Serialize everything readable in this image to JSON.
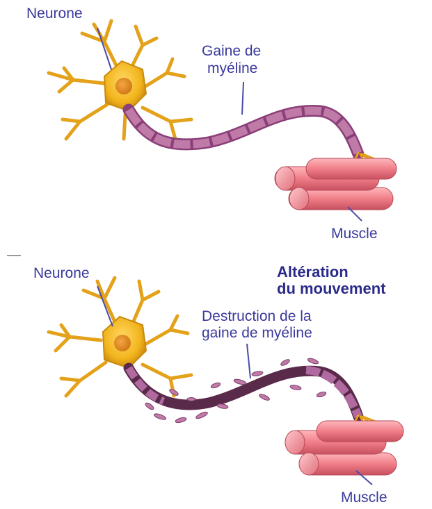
{
  "top_panel": {
    "neurone_label": "Neurone",
    "myelin_label_line1": "Gaine de",
    "myelin_label_line2": "myéline",
    "muscle_label": "Muscle"
  },
  "bottom_panel": {
    "neurone_label": "Neurone",
    "alteration_line1": "Altération",
    "alteration_line2": "du mouvement",
    "destruction_line1": "Destruction de la",
    "destruction_line2": "gaine de myéline",
    "muscle_label": "Muscle"
  },
  "colors": {
    "label_text": "#3a3a9c",
    "neuron_body": "#f2b41c",
    "myelin": "#b0629a",
    "muscle": "#f08a93"
  }
}
